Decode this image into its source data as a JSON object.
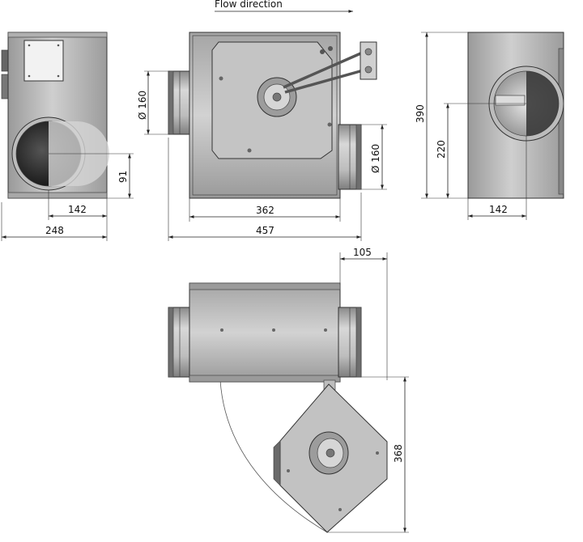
{
  "flow_label": "Flow direction",
  "dimensions": {
    "left_width": "248",
    "left_spigot_offset": "142",
    "left_spigot_height": "91",
    "front_duct_left": "Ø 160",
    "front_duct_right": "Ø 160",
    "front_body_width": "362",
    "front_total_width": "457",
    "right_height": "390",
    "right_spigot_height": "220",
    "right_spigot_offset": "142",
    "top_spigot_length": "105",
    "top_swing_depth": "368"
  },
  "colors": {
    "body_light": "#c9c9c9",
    "body_dark": "#8d8d8d",
    "spigot": "#b5b5b5",
    "hole": "#2a2a2a",
    "lines": "#222222"
  }
}
